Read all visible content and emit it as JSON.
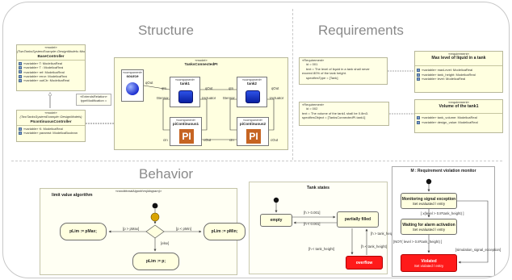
{
  "sections": {
    "structure": "Structure",
    "requirements": "Requirements",
    "behavior": "Behavior"
  },
  "structure": {
    "lib_block": {
      "stereotype": "«model»",
      "path": "(TwoTanksSystemExample::DesignModels::ModelicaLibrary)",
      "name": "BaseController",
      "attributes": [
        "«variable» T: ModelicaReal",
        "«variable» T : ModelicaReal",
        "«variable» ref: ModelicaReal",
        "«variable» error: ModelicaReal",
        "«variable» outCtr: ModelicaReal"
      ]
    },
    "ext_note": {
      "stereotype": "«ExtendsRelation»",
      "text": "typeModification ="
    },
    "pi_block": {
      "stereotype": "«model»",
      "path": "(TwoTanksSystemExample::DesignModels)",
      "name": "PIcontinuousController",
      "attributes": [
        "«variable» K: ModelicaReal",
        "«variable» paramst: ModelicaBoolean"
      ]
    },
    "system": {
      "stereotype": "«model»",
      "name": "TanksConnectedPI",
      "parts": {
        "source": {
          "stereotype": "«component»",
          "name": "source"
        },
        "tank1": {
          "stereotype": "«component»",
          "name": "tank1"
        },
        "tank2": {
          "stereotype": "«component»",
          "name": "tank2"
        },
        "pic1": {
          "stereotype": "«component»",
          "name": "piContinuous1"
        },
        "pic2": {
          "stereotype": "«component»",
          "name": "piContinuous2"
        }
      },
      "ports": {
        "qout_src": "qOut",
        "qin_1": "qIn",
        "qout_1": "qOut",
        "qin_2": "qIn",
        "qout_2": "qOut",
        "tsensor_1": "tSensor",
        "tactuator_1": "tActuator",
        "tsensor_2": "tSensor",
        "tactuator_2": "tActuator",
        "cin_1": "cIn",
        "cout_1": "cOut",
        "cin_2": "cIn",
        "cout_2": "cOut"
      },
      "pi_glyph": "PI"
    }
  },
  "requirements": {
    "req1": {
      "stereotype": "«Requirement»",
      "lines": [
        "id = 001",
        "text = The level of liquid in a tank shall never",
        "exceed 80% of the tank height.",
        "specifiesType = [Tank]"
      ]
    },
    "req1_def": {
      "stereotype": "«requirement»",
      "name": "Max level of liquid in a tank",
      "attributes": [
        "«variable» maxLevel: ModelicaReal",
        "«variable» tank_height: ModelicaReal",
        "«variable» level: ModelicaReal"
      ]
    },
    "req2": {
      "stereotype": "«Requirement»",
      "lines": [
        "id = 002",
        "text = The volume of the tank1 shall be 0.8m3.",
        "specifiesObject = [TanksConnectedPI.tank1]"
      ]
    },
    "req2_def": {
      "stereotype": "«requirement»",
      "name": "Volume of the tank1",
      "attributes": [
        "«variable» tank_volume: ModelicaReal",
        "«variable» design_value: ModelicaReal"
      ]
    }
  },
  "behavior": {
    "limit": {
      "stereotype": "«conditionalAlgorithm(diagram)»",
      "title": "limit value algorithm",
      "left": "pLim := pMax;",
      "right": "pLim := pMin;",
      "bottom": "pLim := p;",
      "guard_left": "[p > pMax]",
      "guard_right": "[p < pMin]",
      "guard_else": "[else]"
    },
    "tank_states": {
      "title": "Tank states",
      "empty": "empty",
      "partially": "partially filled",
      "overflow": "overflow",
      "g1": "[h > 0.001]",
      "g2": "[h < 0.001]",
      "g3": "[h < tank_height]",
      "g4": "[h < tank_height]",
      "g5": "[h > tank_height]"
    },
    "monitor": {
      "title": "M : Requirement violation monitor",
      "s1_title": "Monitoring signal exception",
      "s1_sub": "Set evaluated / entry",
      "s2_title": "Waiting for alarm activation",
      "s2_sub": "Set evaluated / entry",
      "s3_title": "Violated",
      "s3_sub": "Set violated / entry",
      "t1": "[ x(level > 0.8*tank_height) ]",
      "t2": "[NOT( level > 0.8*tank_height) ]",
      "t3": "[simulation_signal_exception]"
    }
  }
}
